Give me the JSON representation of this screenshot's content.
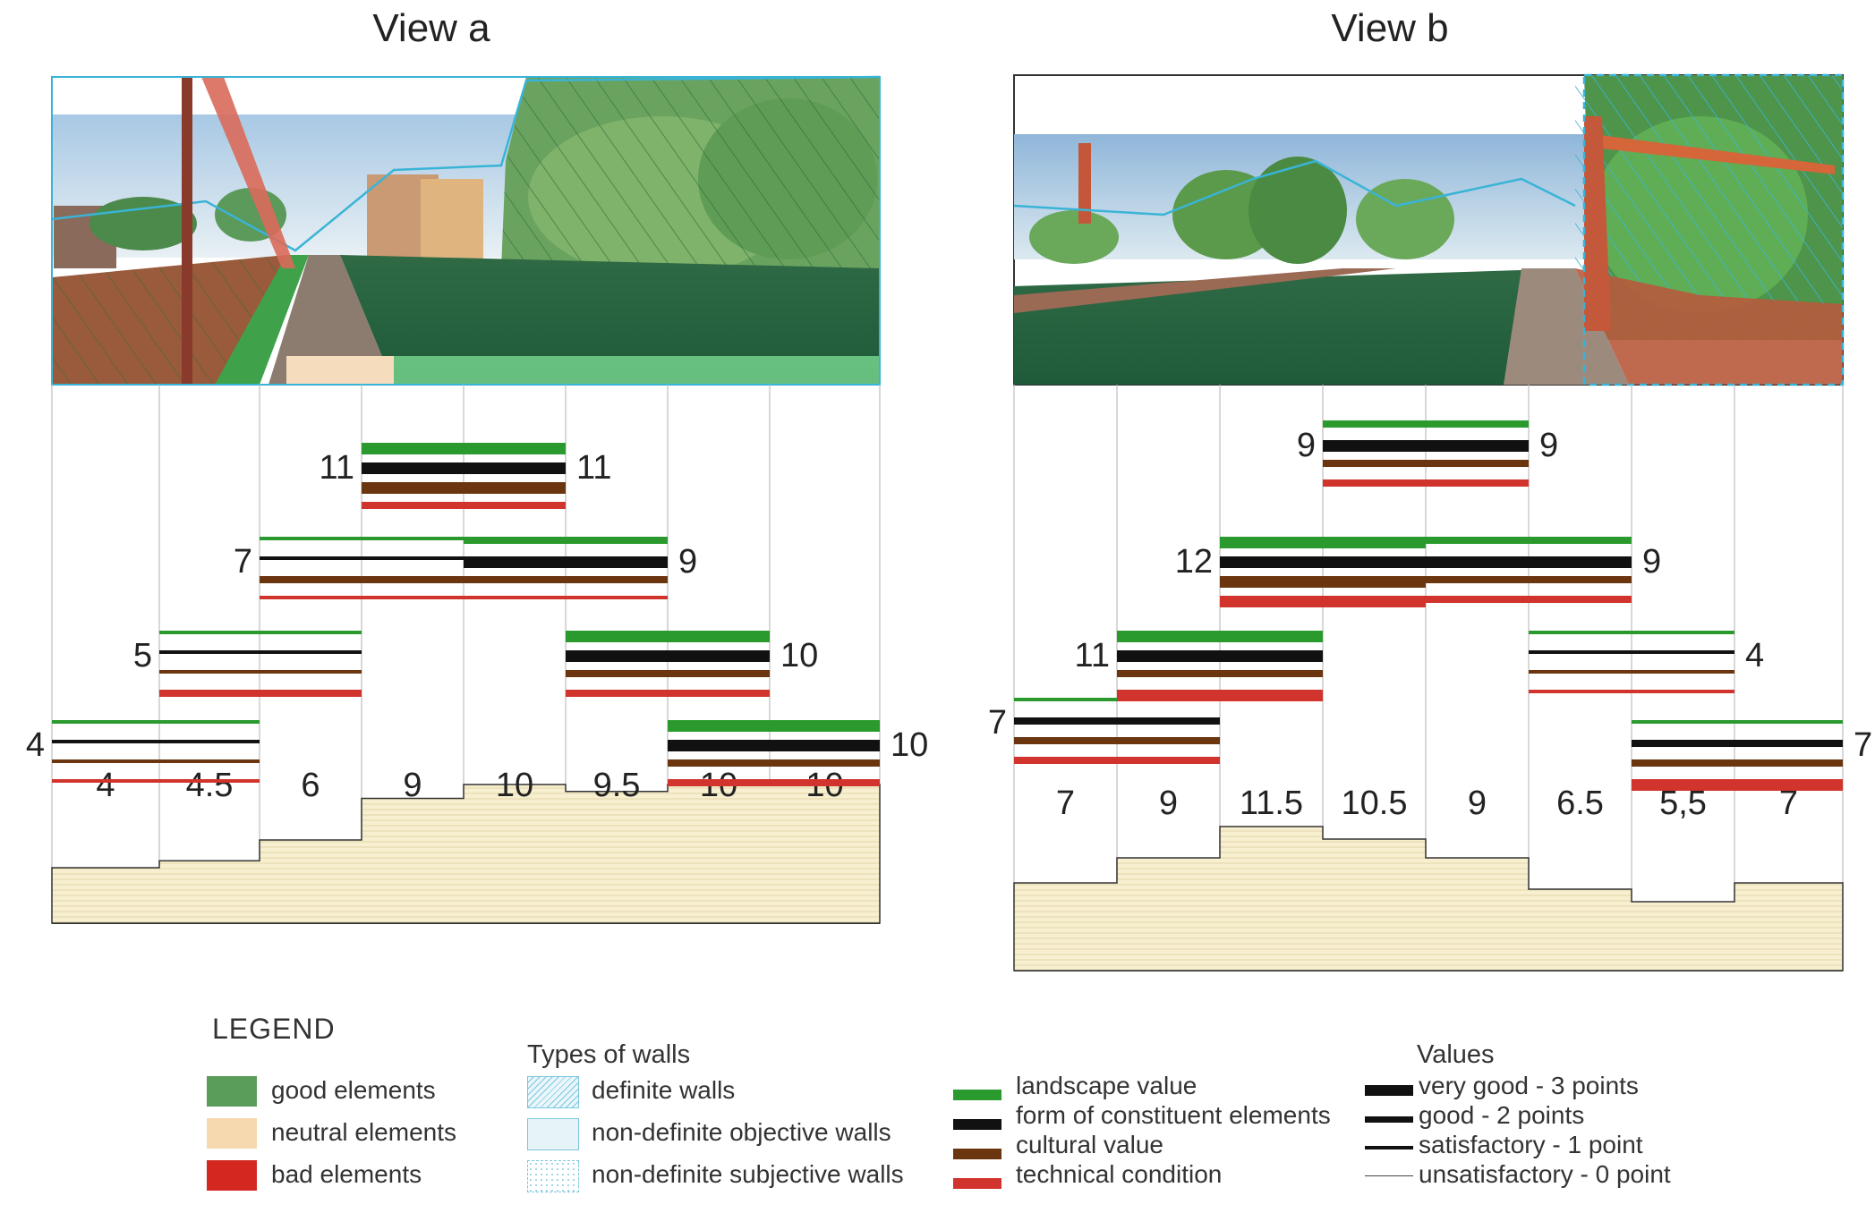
{
  "views": [
    {
      "title": "View a",
      "segment_values": [
        "4",
        "4.5",
        "6",
        "9",
        "10",
        "9.5",
        "10",
        "10"
      ],
      "segment_value_numbers": [
        4,
        4.5,
        6,
        9,
        10,
        9.5,
        10,
        10
      ],
      "bar_groups": [
        {
          "score": "4",
          "span": [
            0,
            2
          ],
          "widths": [
            1,
            1,
            1,
            1
          ]
        },
        {
          "score": "5",
          "span": [
            1,
            3
          ],
          "widths": [
            1,
            1,
            1,
            2
          ]
        },
        {
          "score": "7",
          "span": [
            2,
            4
          ],
          "widths": [
            1,
            1,
            2,
            1
          ]
        },
        {
          "score": "11",
          "span": [
            3,
            5
          ],
          "widths": [
            3,
            3,
            3,
            2
          ]
        },
        {
          "score": "9",
          "span": [
            4,
            6
          ],
          "widths": [
            2,
            3,
            2,
            1
          ]
        },
        {
          "score": "10",
          "span": [
            5,
            7
          ],
          "widths": [
            3,
            3,
            2,
            2
          ]
        },
        {
          "score": "10",
          "span": [
            6,
            8
          ],
          "widths": [
            3,
            3,
            2,
            2
          ]
        }
      ]
    },
    {
      "title": "View b",
      "segment_values": [
        "7",
        "9",
        "11.5",
        "10.5",
        "9",
        "6.5",
        "5,5",
        "7"
      ],
      "segment_value_numbers": [
        7,
        9,
        11.5,
        10.5,
        9,
        6.5,
        5.5,
        7
      ],
      "bar_groups": [
        {
          "score": "7",
          "span": [
            0,
            2
          ],
          "widths": [
            1,
            2,
            2,
            2
          ]
        },
        {
          "score": "11",
          "span": [
            1,
            3
          ],
          "widths": [
            3,
            3,
            2,
            3
          ]
        },
        {
          "score": "12",
          "span": [
            2,
            4
          ],
          "widths": [
            3,
            3,
            3,
            3
          ]
        },
        {
          "score": "9",
          "span": [
            3,
            5
          ],
          "widths": [
            2,
            3,
            2,
            2
          ]
        },
        {
          "score": "9",
          "span": [
            4,
            6
          ],
          "widths": [
            2,
            3,
            2,
            2
          ]
        },
        {
          "score": "4",
          "span": [
            5,
            7
          ],
          "widths": [
            1,
            1,
            1,
            1
          ]
        },
        {
          "score": "7",
          "span": [
            6,
            8
          ],
          "widths": [
            1,
            2,
            2,
            3
          ]
        }
      ]
    }
  ],
  "colors": {
    "landscape": "#2a9a2e",
    "form": "#111111",
    "cultural": "#6b3510",
    "technical": "#d0342c",
    "profile_fill": "#f7efcf",
    "profile_line": "#d8ce9c",
    "good": "#5a9c5a",
    "neutral": "#f6d9ae",
    "bad": "#d3271f",
    "wall_outline": "#3ab4d6",
    "grid": "#bdbdbd"
  },
  "legend": {
    "title": "LEGEND",
    "elements": [
      "good elements",
      "neutral elements",
      "bad elements"
    ],
    "walls_title": "Types of walls",
    "walls": [
      "definite walls",
      "non-definite objective walls",
      "non-definite subjective walls"
    ],
    "criteria": [
      "landscape value",
      "form of constituent elements",
      "cultural value",
      "technical condition"
    ],
    "values_title": "Values",
    "values": [
      "very good - 3 points",
      "good - 2 points",
      "satisfactory - 1 point",
      "unsatisfactory - 0 point"
    ]
  }
}
